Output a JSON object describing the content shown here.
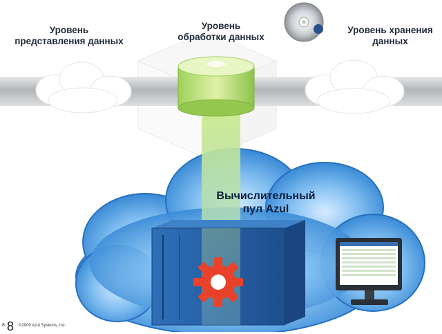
{
  "labels": {
    "presentation": [
      "Уровень",
      "представления данных"
    ],
    "processing": [
      "Уровень",
      "обработки данных"
    ],
    "storage": [
      "Уровень хранения",
      "данных"
    ],
    "pool": [
      "Вычислительный",
      "пул Azul"
    ]
  },
  "footer": {
    "page_small": "8",
    "page_large": "8",
    "copyright": "©2009 Azul Systems, Inc."
  },
  "colors": {
    "pipe": "#c9cbcd",
    "cloud_blue": "#3a8fd8",
    "beam_green": "#b8e06a",
    "gear_red": "#e8432a"
  }
}
